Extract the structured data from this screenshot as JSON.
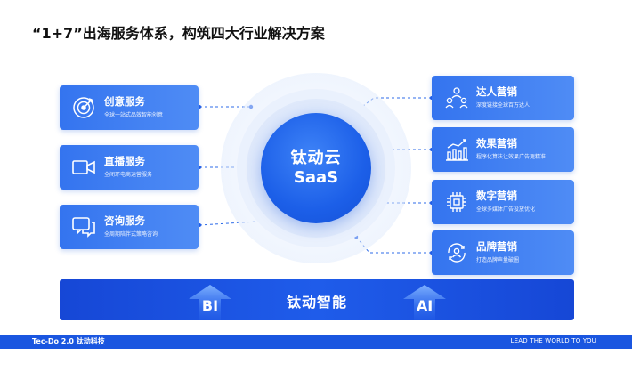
{
  "title": "“1+7”出海服务体系，构筑四大行业解决方案",
  "center": {
    "line1": "钛动云",
    "line2": "SaaS"
  },
  "left_services": [
    {
      "icon": "target-icon",
      "title": "创意服务",
      "subtitle": "全球一站式品效智能创意"
    },
    {
      "icon": "video-camera-icon",
      "title": "直播服务",
      "subtitle": "全闭环电商运营服务"
    },
    {
      "icon": "chat-bubbles-icon",
      "title": "咨询服务",
      "subtitle": "全周期陪伴式策略咨询"
    }
  ],
  "right_services": [
    {
      "icon": "people-network-icon",
      "title": "达人营销",
      "subtitle": "深度链接全球百万达人"
    },
    {
      "icon": "bar-chart-icon",
      "title": "效果营销",
      "subtitle": "程序化算法让效果广告更精准"
    },
    {
      "icon": "chip-icon",
      "title": "数字营销",
      "subtitle": "全球多媒体广告投放优化"
    },
    {
      "icon": "brand-user-icon",
      "title": "品牌营销",
      "subtitle": "打造品牌声量破圈"
    }
  ],
  "bottom_bar": {
    "left_label": "BI",
    "title": "钛动智能",
    "right_label": "AI"
  },
  "footer": {
    "brand": "Tec-Do 2.0 钛动科技",
    "slogan": "LEAD THE WORLD TO YOU"
  },
  "colors": {
    "primary": "#1c5fe8",
    "card": "#3a7bf0",
    "footer": "#1a56e0"
  }
}
